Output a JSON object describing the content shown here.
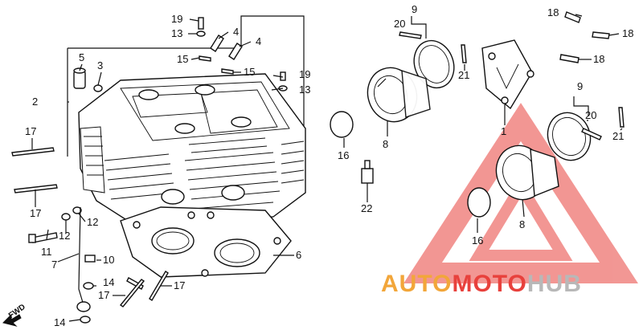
{
  "callouts": {
    "c19a": "19",
    "c13a": "13",
    "c4a": "4",
    "c4b": "4",
    "c5": "5",
    "c3": "3",
    "c15a": "15",
    "c15b": "15",
    "c2": "2",
    "c19b": "19",
    "c13b": "13",
    "c17a": "17",
    "c17b": "17",
    "c12a": "12",
    "c12b": "12",
    "c11": "11",
    "c7": "7",
    "c10": "10",
    "c14a": "14",
    "c14b": "14",
    "c17c": "17",
    "c17d": "17",
    "c6": "6",
    "c9a": "9",
    "c20a": "20",
    "c21a": "21",
    "c16a": "16",
    "c8a": "8",
    "c22": "22",
    "c1": "1",
    "c18a": "18",
    "c18b": "18",
    "c18c": "18",
    "c9b": "9",
    "c20b": "20",
    "c21b": "21",
    "c8b": "8",
    "c16b": "16"
  },
  "fwd_label": "FWD",
  "watermark": {
    "part1": "AUTO",
    "part2": "MOTO",
    "part3": "HUB",
    "color1": "#f2a63a",
    "color2": "#e8413c",
    "color3": "#b8b8b8",
    "triangle_color": "#e8413c"
  }
}
